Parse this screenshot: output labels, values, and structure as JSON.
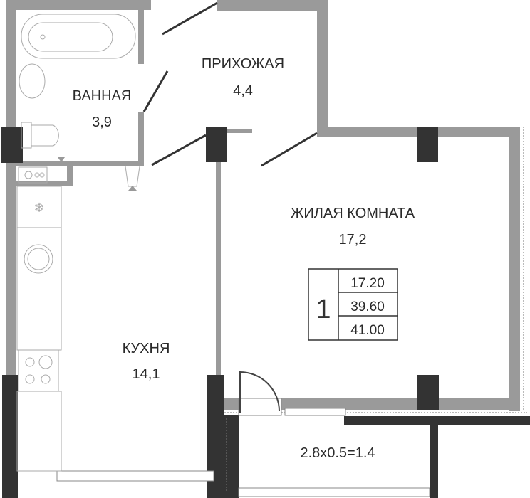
{
  "rooms": {
    "bathroom": {
      "name": "ВАННАЯ",
      "area": "3,9"
    },
    "hallway": {
      "name": "ПРИХОЖАЯ",
      "area": "4,4"
    },
    "living_room": {
      "name": "ЖИЛАЯ КОМНАТА",
      "area": "17,2"
    },
    "kitchen": {
      "name": "КУХНЯ",
      "area": "14,1"
    },
    "balcony": {
      "area": "2.8x0.5=1.4"
    }
  },
  "summary": {
    "rooms_count": "1",
    "living_area": "17.20",
    "total_area": "39.60",
    "total_with_balcony": "41.00"
  },
  "colors": {
    "wall": "#9a9a9a",
    "pillar": "#333333"
  }
}
